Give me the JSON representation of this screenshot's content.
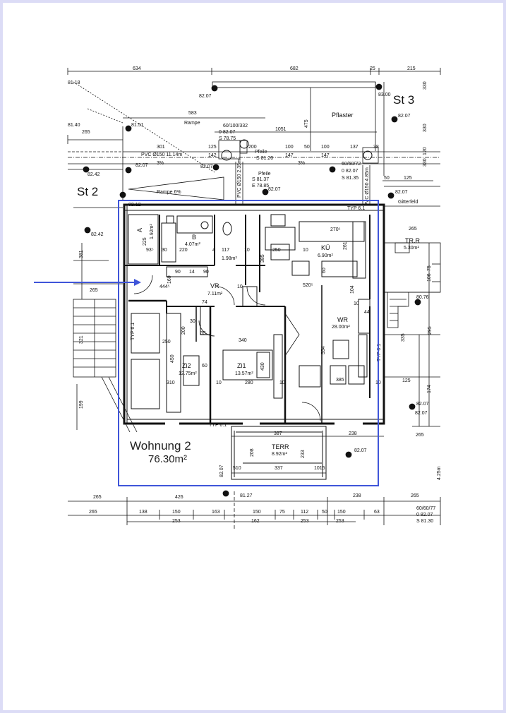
{
  "page": {
    "background": "#dcdcf6",
    "sheet": "#ffffff"
  },
  "colors": {
    "highlight": "#3f55d9",
    "ink": "#111111"
  },
  "apartment": {
    "name": "Wohnung 2",
    "area": "76.30m²"
  },
  "stairs": {
    "left": "St 2",
    "right": "St 3"
  },
  "rooms": {
    "bad": {
      "name": "B",
      "area": "4.07m²"
    },
    "wc": {
      "area": "1.98m²"
    },
    "abstellraum": {
      "name": "A",
      "area": "1.92m²"
    },
    "kueche": {
      "name": "KÜ",
      "area": "6.90m²"
    },
    "vorraum": {
      "name": "VR",
      "area": "7.11m²"
    },
    "wohnraum": {
      "name": "WR",
      "area": "28.00m²"
    },
    "zimmer1": {
      "name": "Zi1",
      "area": "13.57m²"
    },
    "zimmer2": {
      "name": "Zi2",
      "area": "12.75m²"
    },
    "terrasse": {
      "name": "TERR",
      "area": "8.92m²"
    },
    "treppenraum": {
      "name": "TR.R",
      "area": "5.30m²"
    }
  },
  "labels": {
    "pflaster": "Pflaster",
    "rampe": "Rampe",
    "rampe_pct": "Rampe 6%",
    "gitterfeld": "Gitterfeld",
    "typ_top": "TYP 6.1",
    "typ_bottom": "TYP 6.1",
    "typ_left": "TYP 6.1",
    "typ_right": "TYP 6.1",
    "pfeile1": "Pfeile",
    "pfeile2": "Pfeile",
    "pvc1": "PVC Ø150 11.14m",
    "pvc_pct1": "3%",
    "pvc_pct2": "3%",
    "pvc_v1": "PVC Ø150 2.35m",
    "pvc_v2": "PVC Ø150 4.85m"
  },
  "levels": {
    "l_8118": "81.18",
    "l_8140": "81.40",
    "l_8151": "81.51",
    "l_8207a": "82.07",
    "l_8300": "83.00",
    "l_8207b": "82.07",
    "l_8207c": "82.07",
    "l_8207d": "82.07",
    "l_8242a": "82.42",
    "l_8242b": "82.42",
    "l_8207e": "82.07",
    "l_8207f": "82.07",
    "l_8207g": "82.07",
    "l_8076": "80.76",
    "l_8127": "81.27",
    "l_8207h": "82.07",
    "l_8207i": "82.07",
    "l_8012": "82.12",
    "l_8207j": "82.07"
  },
  "shafts": {
    "s1a": "60/100/332",
    "s1b": "0 82.07",
    "s1c": "S 78.75",
    "s2a": "60/60/72",
    "s2b": "0 82.07",
    "s2c": "S 81.35",
    "s3a": "60/60/77",
    "s3b": "0 82.07",
    "s3c": "S 81.30",
    "p1": "S 81.20",
    "p2": "S 81.37",
    "p3": "E 78.85"
  },
  "dims_top": {
    "d634": "634",
    "d682": "682",
    "d25": "25",
    "d215": "215",
    "d583": "583",
    "d1051": "1051",
    "d475": "475",
    "d265": "265",
    "d301": "301",
    "d125": "125",
    "d142": "142",
    "d200": "200",
    "d100": "100",
    "d50": "50",
    "d100b": "100",
    "d137": "137",
    "d38": "38",
    "d147": "147",
    "d147b": "147",
    "d50b": "50",
    "d125b": "125",
    "d330": "330",
    "d120": "120",
    "d330b": "330",
    "d330c": "330"
  },
  "dims_inner": {
    "d225": "225",
    "d935": "93⁵",
    "d30": "30",
    "d220": "220",
    "d117": "117",
    "d4": "4",
    "d10a": "10",
    "d250": "250",
    "d10b": "10",
    "d2705": "270⁵",
    "d261": "261",
    "d385": "385",
    "d60": "60",
    "d90a": "90",
    "d14": "14",
    "d90b": "90",
    "d160": "160",
    "d4445": "444⁵",
    "d10c": "10",
    "d5205": "520⁵",
    "d104": "104",
    "d10d": "10",
    "d44": "44",
    "d74": "74",
    "d30b": "30",
    "d35": "35",
    "d340": "340",
    "d250b": "250",
    "d200b": "200",
    "d450": "450",
    "d60b": "60",
    "d430": "430",
    "d554": "554",
    "d385b": "385",
    "d310": "310",
    "d10e": "10",
    "d280": "280",
    "d10f": "10",
    "d10g": "10",
    "d381": "381",
    "d321": "321",
    "d199": "199",
    "d295": "295",
    "d106": "106",
    "d75": "75",
    "d335": "335",
    "d174": "174",
    "d125c": "125",
    "d265b": "265",
    "d265c": "265",
    "d387": "387",
    "d238": "238",
    "d208": "208",
    "d233": "233",
    "d510": "510",
    "d337": "337",
    "d1015": "1015",
    "d425": "4.25m"
  },
  "dims_bottom1": {
    "a": "265",
    "b": "426",
    "c": "238",
    "d": "265"
  },
  "dims_bottom2": {
    "a": "265",
    "b": "138",
    "c": "150",
    "d": "163",
    "e": "150",
    "f": "75",
    "g": "112",
    "h": "50",
    "i": "150",
    "j": "63"
  },
  "dims_bottom3": {
    "a": "253",
    "b": "162",
    "c": "253",
    "d": "253"
  }
}
